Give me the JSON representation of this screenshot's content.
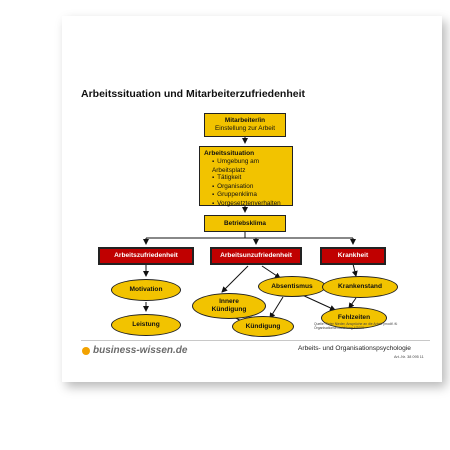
{
  "title": "Arbeitssituation und Mitarbeiterzufriedenheit",
  "box_mitarbeiter": {
    "title": "Mitarbeiter/in",
    "subtitle": "Einstellung zur Arbeit"
  },
  "box_arbeitssituation": {
    "title": "Arbeitssituation",
    "items": [
      "Umgebung am Arbeitsplatz",
      "Tätigkeit",
      "Organisation",
      "Gruppenklima",
      "Vorgesetztenverhalten"
    ]
  },
  "box_betriebsklima": "Betriebsklima",
  "outcomes": [
    "Arbeitszufriedenheit",
    "Arbeitsunzufriedenheit",
    "Krankheit"
  ],
  "ellipses": {
    "motivation": "Motivation",
    "leistung": "Leistung",
    "innere_kuendigung": "Innere Kündigung",
    "absentismus": "Absentismus",
    "kuendigung": "Kündigung",
    "krankenstand": "Krankenstand",
    "fehlzeiten": "Fehlzeiten"
  },
  "source_note": "Quelle: Peter Nieder, Ansprüche an die Arbeit (modif. fü Organisationsentwicklung 4/2000",
  "footer": {
    "brand": "business-wissen.de",
    "title": "Arbeits- und Organisationspsychologie",
    "art_no": "Art.-Nr. 38 095 11"
  },
  "colors": {
    "yellow": "#f2c300",
    "red": "#c00000",
    "brand_dot": "#f2a200"
  }
}
